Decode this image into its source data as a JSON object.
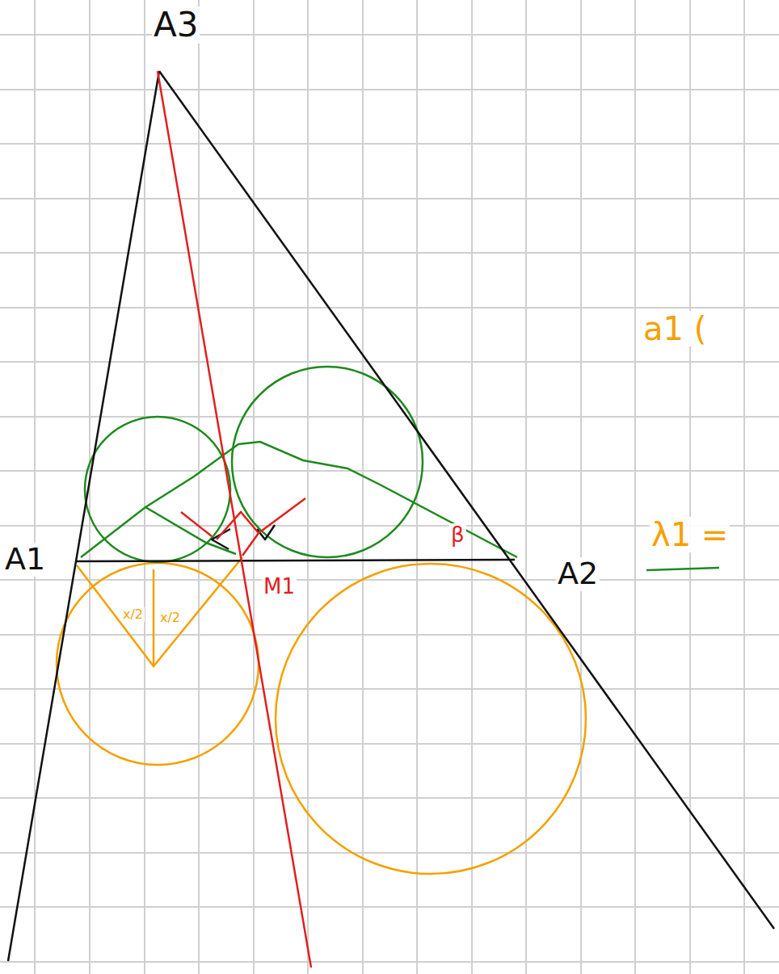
{
  "diagram": {
    "labels": [
      "A3",
      "A1",
      "A2",
      "M1",
      "β",
      "x/2",
      "x/2",
      "a1 (",
      "λ1 ="
    ]
  }
}
